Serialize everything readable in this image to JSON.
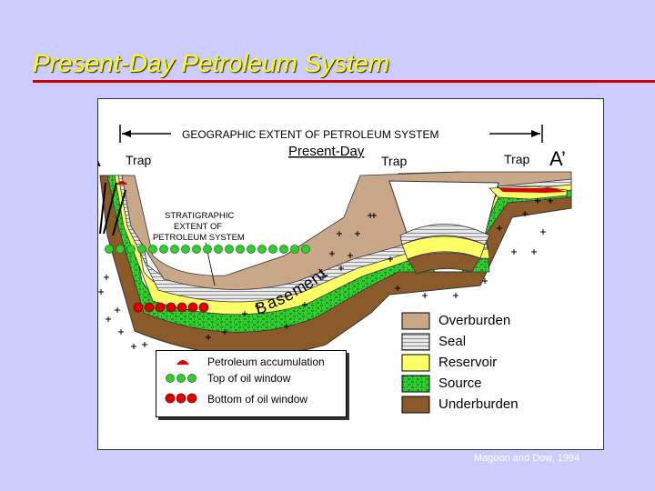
{
  "title": "Present-Day Petroleum System",
  "credit": "Magoon and Dow, 1994",
  "diagram": {
    "geographic_extent": "GEOGRAPHIC EXTENT OF PETROLEUM SYSTEM",
    "section_start": "A",
    "section_end": "A’",
    "trap_left": "Trap",
    "trap_middle": "Trap",
    "trap_right": "Trap",
    "present_day": "Present-Day",
    "strat_line1": "STRATIGRAPHIC",
    "strat_line2": "EXTENT OF",
    "strat_line3": "PETROLEUM SYSTEM",
    "basement_letters": [
      "B",
      "a",
      "s",
      "e",
      "m",
      "e",
      "n",
      "t"
    ]
  },
  "symbols_legend": {
    "accumulation": "Petroleum accumulation",
    "top_oil_window": "Top of oil window",
    "bottom_oil_window": "Bottom of oil window"
  },
  "lithology_legend": [
    {
      "label": "Overburden",
      "color": "#c8a888"
    },
    {
      "label": "Seal",
      "color": "#e0e0e0"
    },
    {
      "label": "Reservoir",
      "color": "#ffff66"
    },
    {
      "label": "Source",
      "color": "#33cc33"
    },
    {
      "label": "Underburden",
      "color": "#8b5a2b"
    }
  ],
  "colors": {
    "top_oil_window": "#33cc33",
    "bottom_oil_window": "#dd0000",
    "accumulation": "#dd0000"
  }
}
